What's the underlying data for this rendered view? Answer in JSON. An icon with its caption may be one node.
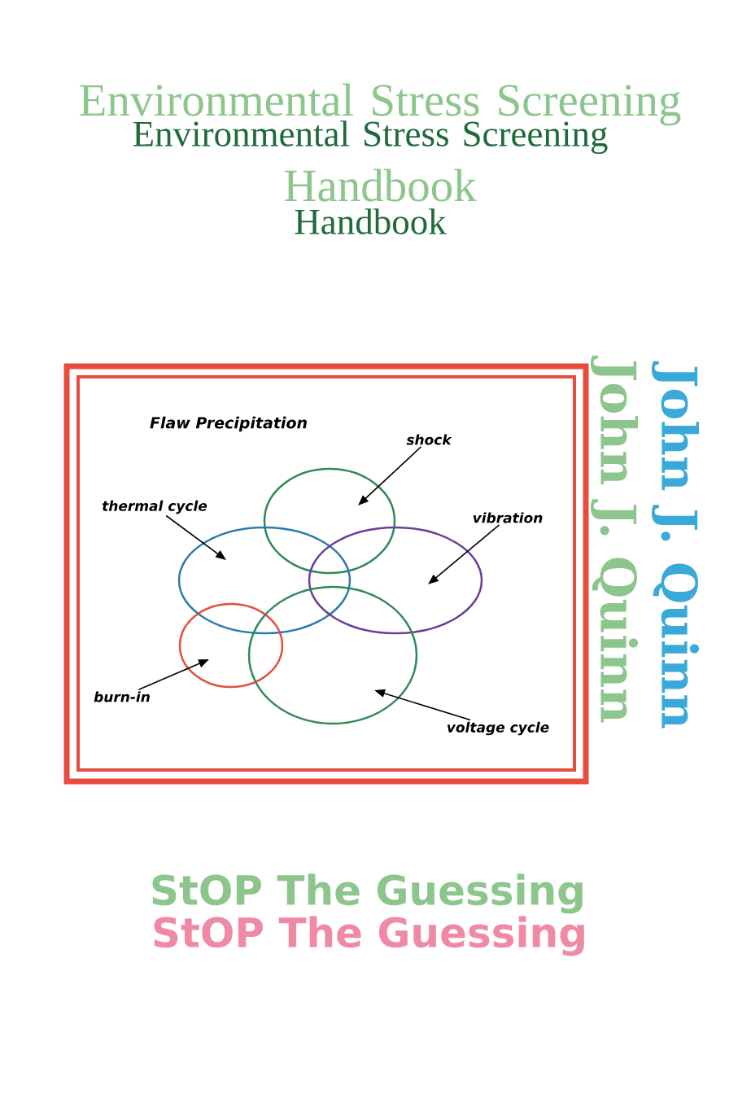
{
  "diagram": {
    "title": "Environmental Stress Screening Handbook",
    "nodes": [
      {
        "text": [
          "Flaw Precipitation"
        ]
      },
      {
        "text": [
          "shock"
        ],
        "in": 0
      },
      {
        "text": [
          "thermal cycle"
        ],
        "in": 0
      },
      {
        "text": [
          "vibration"
        ],
        "in": 0
      },
      {
        "text": [
          "burn-in"
        ],
        "in": 0
      },
      {
        "text": [
          "voltage cycle"
        ],
        "in": 0
      },
      {
        "text": [],
        "shape": "ellipse",
        "in": 0
      },
      {
        "text": [],
        "shape": "ellipse",
        "in": 0
      },
      {
        "text": [],
        "shape": "ellipse",
        "in": 0
      },
      {
        "text": [],
        "shape": "ellipse",
        "in": 0
      },
      {
        "text": [],
        "shape": "ellipse",
        "in": 0
      }
    ],
    "edges": [
      {
        "from": 1,
        "to": 6,
        "arrow": "to"
      },
      {
        "from": 2,
        "to": 7,
        "arrow": "to"
      },
      {
        "from": 3,
        "to": 8,
        "arrow": "to"
      },
      {
        "from": 4,
        "to": 9,
        "arrow": "to"
      },
      {
        "from": 5,
        "to": 10,
        "arrow": "to"
      }
    ],
    "labels": [
      "Environmental Stress Screening Handbook",
      "John J. Quinn",
      "John J. Quinn",
      "StOP The Guessing",
      "StOP The Guessing"
    ]
  }
}
